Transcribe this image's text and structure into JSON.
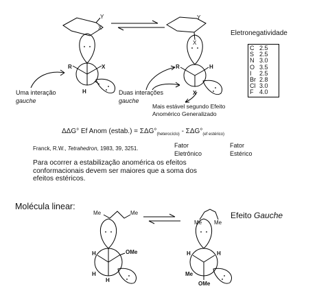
{
  "top": {
    "cyclohexane_left": {
      "y_label": "Y",
      "x_label": "X"
    },
    "cyclohexane_right": {
      "y_label": "Y",
      "x_label": "X"
    },
    "newman_left": {
      "r_label": "R",
      "x_label": "X",
      "h_label": "H"
    },
    "newman_right": {
      "r_label": "R",
      "h_label": "H",
      "x_label": "X"
    },
    "interaction_left": {
      "line1": "Uma interação",
      "line2": "gauche"
    },
    "interaction_right": {
      "line1": "Duas interações",
      "line2": "gauche"
    },
    "stability_note": {
      "line1": "Mais estável segundo Efeito",
      "line2": "Anomérico Generalizado"
    }
  },
  "electronegativity": {
    "title": "Eletronegatividade",
    "rows": [
      {
        "element": "C",
        "value": "2.5"
      },
      {
        "element": "S",
        "value": "2.5"
      },
      {
        "element": "N",
        "value": "3.0"
      },
      {
        "element": "O",
        "value": "3.5"
      },
      {
        "element": "I",
        "value": "2.5"
      },
      {
        "element": "Br",
        "value": "2.8"
      },
      {
        "element": "Cl",
        "value": "3.0"
      },
      {
        "element": "F",
        "value": "4.0"
      }
    ]
  },
  "equation": {
    "lhs": "ΔΔG° Ef Anom (estab.) = ΣΔG°",
    "sub1": "(heterocíclo)",
    "mid": " - ΣΔG°",
    "sub2": "(ef estérico)"
  },
  "factors": {
    "electronic": {
      "line1": "Fator",
      "line2": "Eletrônico"
    },
    "steric": {
      "line1": "Fator",
      "line2": "Estérico"
    }
  },
  "reference": {
    "authors": "Franck, R.W., ",
    "journal": "Tetrahedron",
    "rest": ", 1983, 39, 3251."
  },
  "conclusion": [
    "Para ocorrer a estabilização anomérica os efeitos",
    "conformacionais devem ser maiores que a soma dos",
    "efeitos estéricos."
  ],
  "bottom": {
    "title": "Molécula linear:",
    "effect_prefix": "Efeito ",
    "effect_italic": "Gauche",
    "linear_me_left": "Me",
    "linear_me_right": "Me",
    "gauche_me_left": "Me",
    "gauche_me_right": "Me",
    "newman_left": {
      "ome": "OMe",
      "h1": "H",
      "h2": "H",
      "h3": "H"
    },
    "newman_right": {
      "h_top": "H",
      "me": "Me",
      "h_right": "H",
      "ome": "OMe"
    }
  }
}
